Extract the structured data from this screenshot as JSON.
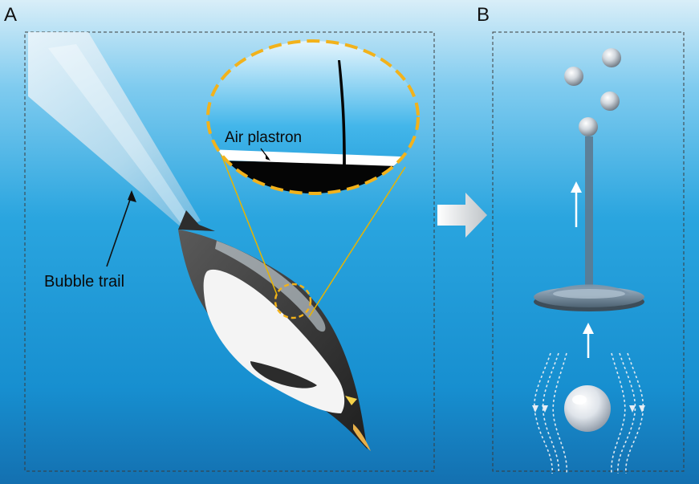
{
  "figure": {
    "panel_a": {
      "letter": "A",
      "bubble_trail_label": "Bubble trail",
      "air_plastron_label": "Air plastron"
    },
    "panel_b": {
      "letter": "B"
    }
  },
  "colors": {
    "water_top": "#c9e6f4",
    "water_mid": "#2ea6de",
    "water_bottom": "#1677b9",
    "highlight_ring": "#f2b21b",
    "highlight_lines": "#e8b400",
    "penguin_back": "#3c3c3c",
    "penguin_belly": "#f4f4f4",
    "beak": "#e7b04a",
    "arrow_fill": "#e0e0e0"
  },
  "icons": [
    "penguin-illustration",
    "magnifier-callout",
    "arrow-right-icon",
    "bubble-icon",
    "suction-cup-disc"
  ]
}
